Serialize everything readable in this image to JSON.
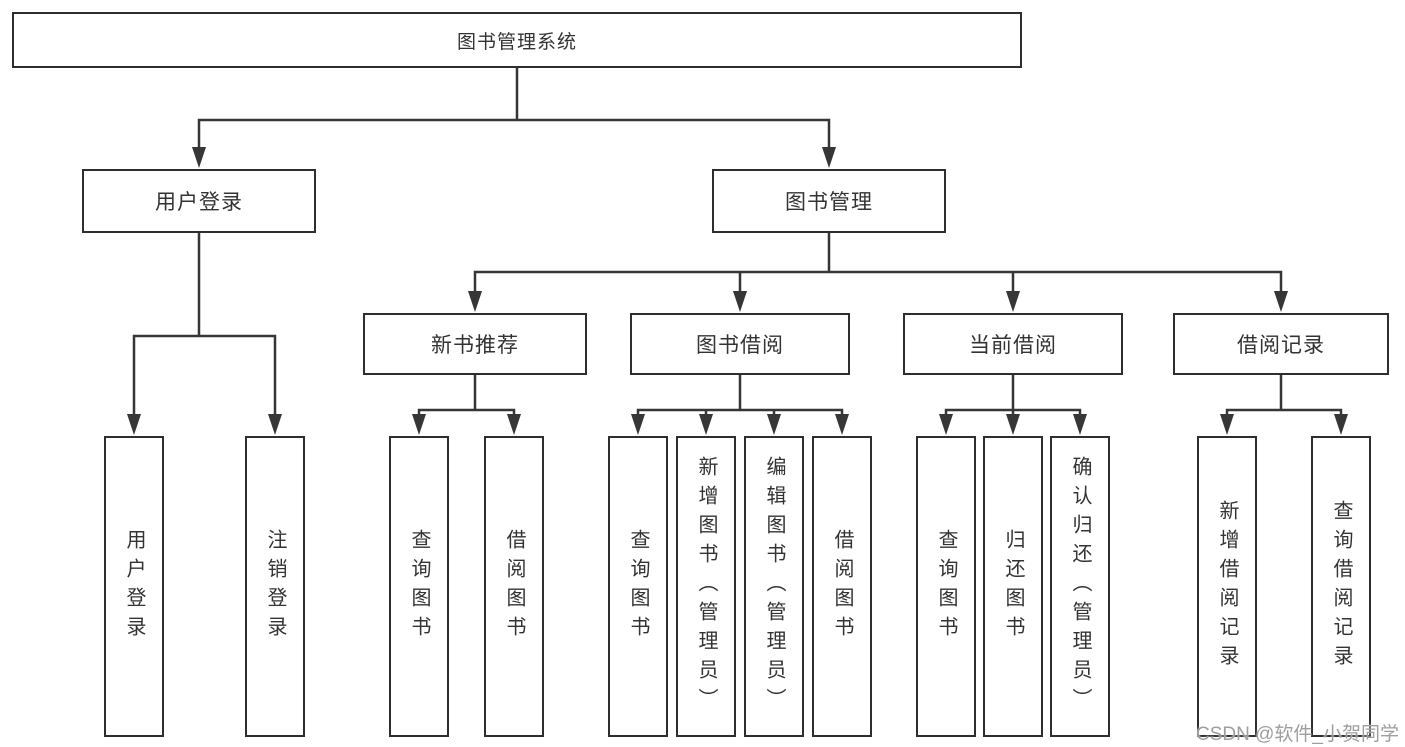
{
  "diagram": {
    "title": "图书管理系统",
    "root": {
      "label": "图书管理系统"
    },
    "level2": [
      {
        "label": "用户登录"
      },
      {
        "label": "图书管理"
      }
    ],
    "level3": [
      {
        "label": "新书推荐"
      },
      {
        "label": "图书借阅"
      },
      {
        "label": "当前借阅"
      },
      {
        "label": "借阅记录"
      }
    ],
    "leaves": [
      {
        "label": "用户登录",
        "parent": "用户登录"
      },
      {
        "label": "注销登录",
        "parent": "用户登录"
      },
      {
        "label": "查询图书",
        "parent": "新书推荐"
      },
      {
        "label": "借阅图书",
        "parent": "新书推荐"
      },
      {
        "label": "查询图书",
        "parent": "图书借阅"
      },
      {
        "label": "新增图书（管理员）",
        "parent": "图书借阅"
      },
      {
        "label": "编辑图书（管理员）",
        "parent": "图书借阅"
      },
      {
        "label": "借阅图书",
        "parent": "图书借阅"
      },
      {
        "label": "查询图书",
        "parent": "当前借阅"
      },
      {
        "label": "归还图书",
        "parent": "当前借阅"
      },
      {
        "label": "确认归还（管理员）",
        "parent": "当前借阅"
      },
      {
        "label": "新增借阅记录",
        "parent": "借阅记录"
      },
      {
        "label": "查询借阅记录",
        "parent": "借阅记录"
      }
    ]
  },
  "watermark": "CSDN @软件_小贺同学",
  "colors": {
    "line": "#363636",
    "box_border": "#2e2e2e",
    "text": "#333333",
    "watermark_text": "#9e9e9e",
    "background": "#ffffff"
  }
}
